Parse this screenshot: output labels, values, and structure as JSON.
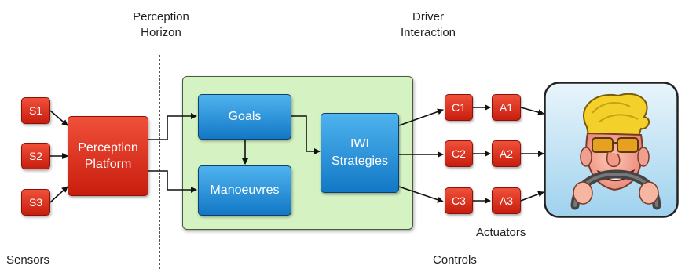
{
  "labels": {
    "sensors": "Sensors",
    "perception_horizon_1": "Perception",
    "perception_horizon_2": "Horizon",
    "driver_interaction_1": "Driver",
    "driver_interaction_2": "Interaction",
    "actuators": "Actuators",
    "controls": "Controls"
  },
  "sensors": [
    "S1",
    "S2",
    "S3"
  ],
  "perception_platform": {
    "line1": "Perception",
    "line2": "Platform"
  },
  "goals": "Goals",
  "manoeuvres": "Manoeuvres",
  "iwi": {
    "line1": "IWI",
    "line2": "Strategies"
  },
  "controls": [
    "C1",
    "C2",
    "C3"
  ],
  "actuators": [
    "A1",
    "A2",
    "A3"
  ],
  "colors": {
    "red": "#d8301c",
    "blue": "#2a93dc",
    "green_panel": "#d4f2c2"
  }
}
